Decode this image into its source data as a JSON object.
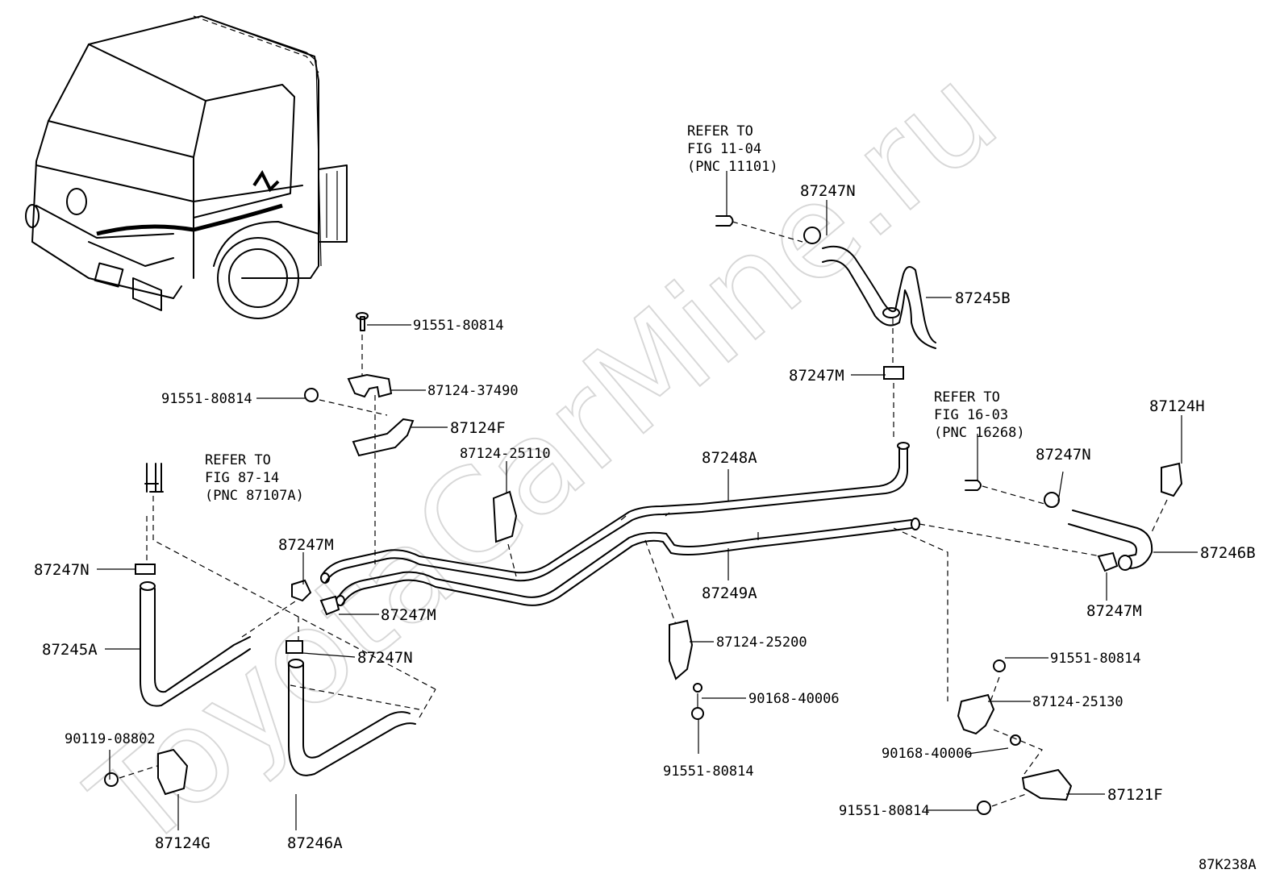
{
  "watermark": "ToyotaCarMine.ru",
  "figure_code": "87K238A",
  "refer": {
    "top": {
      "line1": "REFER TO",
      "line2": "FIG 11-04",
      "line3": "(PNC 11101)"
    },
    "right": {
      "line1": "REFER TO",
      "line2": "FIG 16-03",
      "line3": "(PNC 16268)"
    },
    "left": {
      "line1": "REFER TO",
      "line2": "FIG 87-14",
      "line3": "(PNC 87107A)"
    }
  },
  "parts": {
    "p87247N_top": "87247N",
    "p87245B": "87245B",
    "p87247M_top": "87247M",
    "p87124H": "87124H",
    "p87247N_right": "87247N",
    "p87246B": "87246B",
    "p87247M_right": "87247M",
    "p91551_top": "91551-80814",
    "p87124_37490": "87124-37490",
    "p91551_left": "91551-80814",
    "p87124F": "87124F",
    "p87124_25110": "87124-25110",
    "p87248A": "87248A",
    "p87249A": "87249A",
    "p87247M_mid": "87247M",
    "p87247N_left": "87247N",
    "p87247M_center": "87247M",
    "p87245A": "87245A",
    "p87247N_center": "87247N",
    "p87124_25200": "87124-25200",
    "p90168_mid": "90168-40006",
    "p91551_mid": "91551-80814",
    "p91551_right": "91551-80814",
    "p87124_25130": "87124-25130",
    "p90168_right": "90168-40006",
    "p91551_bottom": "91551-80814",
    "p87121F": "87121F",
    "p90119": "90119-08802",
    "p87124G": "87124G",
    "p87246A": "87246A"
  }
}
